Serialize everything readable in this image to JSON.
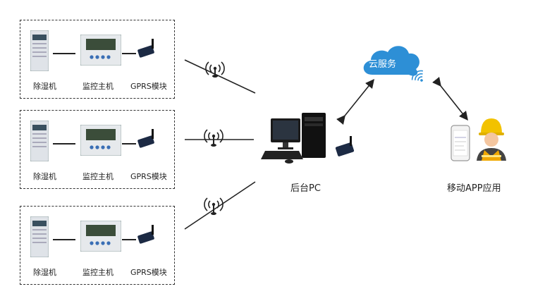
{
  "sites": [
    {
      "dehumidifier": "除湿机",
      "controller": "监控主机",
      "gprs": "GPRS模块"
    },
    {
      "dehumidifier": "除湿机",
      "controller": "监控主机",
      "gprs": "GPRS模块"
    },
    {
      "dehumidifier": "除湿机",
      "controller": "监控主机",
      "gprs": "GPRS模块"
    }
  ],
  "backend": {
    "label": "后台PC"
  },
  "cloud": {
    "label": "云服务"
  },
  "mobile": {
    "label": "移动APP应用"
  },
  "colors": {
    "cloud": "#2d8fd6",
    "wifi": "#2d8fd6",
    "line": "#222222",
    "dash": "#333333",
    "helmet": "#f2c200",
    "vest": "#f0a800"
  }
}
